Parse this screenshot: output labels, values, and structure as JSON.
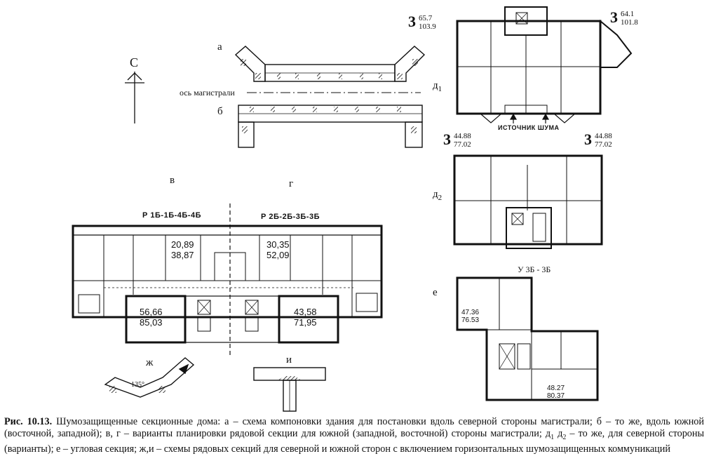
{
  "labels": {
    "a": "а",
    "b": "б",
    "v": "в",
    "g": "г",
    "zh": "ж",
    "i": "и",
    "e": "е",
    "d1": "д",
    "d1_sub": "1",
    "d2": "д",
    "d2_sub": "2",
    "north": "С",
    "axis": "ось магистрали",
    "noise_source": "ИСТОЧНИК ШУМА",
    "angle": "135°",
    "uzb": "У 3Б - 3Б"
  },
  "plan_codes": {
    "left": "Р 1Б-1Б-4Б-4Б",
    "right": "Р 2Б-2Б-3Б-3Б"
  },
  "areas": {
    "v_top": [
      "20,89",
      "38,87"
    ],
    "v_bottom": [
      "56,66",
      "85,03"
    ],
    "g_top": [
      "30,35",
      "52,09"
    ],
    "g_bottom": [
      "43,58",
      "71,95"
    ],
    "e_top": [
      "47.36",
      "76.53"
    ],
    "e_bottom": [
      "48.27",
      "80.37"
    ]
  },
  "apartments": {
    "d1_left": {
      "rooms": "3",
      "living": "65.7",
      "total": "103.9"
    },
    "d1_right": {
      "rooms": "3",
      "living": "64.1",
      "total": "101.8"
    },
    "d2_left": {
      "rooms": "3",
      "living": "44.88",
      "total": "77.02"
    },
    "d2_right": {
      "rooms": "3",
      "living": "44.88",
      "total": "77.02"
    }
  },
  "caption": {
    "bold": "Рис. 10.13.",
    "text": " Шумозащищенные секционные дома: а – схема компоновки здания для постановки вдоль северной стороны магистрали; б – то же, вдоль южной (восточной, западной); в, г – варианты планировки рядовой секции для южной (западной, восточной) стороны магистрали; д",
    "sub1": "1",
    "mid": " д",
    "sub2": "2",
    "tail": " – то же, для северной стороны (варианты); е – угловая секция; ж,и – схемы рядовых секций для северной и южной сторон с включением горизонтальных шумозащищенных коммуникаций"
  }
}
